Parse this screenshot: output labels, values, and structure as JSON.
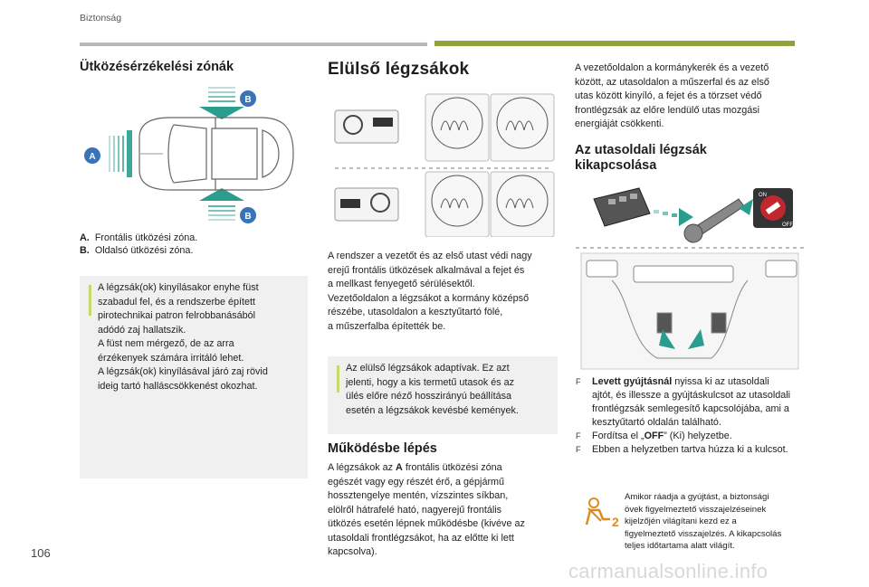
{
  "header": {
    "section": "Biztonság"
  },
  "page_number": "106",
  "watermark": "carmanualsonline.info",
  "col1": {
    "title": "Ütközésérzékelési zónák",
    "diagram": {
      "label_a": "A",
      "label_b1": "B",
      "label_b2": "B"
    },
    "legend": [
      {
        "key": "A.",
        "text": "Frontális ütközési zóna."
      },
      {
        "key": "B.",
        "text": "Oldalsó ütközési zóna."
      }
    ],
    "note_lines": [
      "A légzsák(ok) kinyílásakor enyhe füst",
      "szabadul fel, és a rendszerbe épített",
      "pirotechnikai patron felrobbanásából",
      "adódó zaj hallatszik.",
      "A füst nem mérgező, de az arra",
      "érzékenyek számára irritáló lehet.",
      "A légzsák(ok) kinyílásával járó zaj rövid",
      "ideig tartó halláscsökkenést okozhat."
    ]
  },
  "col2": {
    "title": "Elülső légzsákok",
    "body_lines": [
      "A rendszer a vezetőt és az első utast védi nagy",
      "erejű frontális ütközések alkalmával a fejet és",
      "a mellkast fenyegető sérülésektől.",
      "Vezetőoldalon a légzsákot a kormány középső",
      "részébe, utasoldalon a kesztyűtartó fölé,",
      "a műszerfalba építették be."
    ],
    "note_lines": [
      "Az elülső légzsákok adaptívak. Ez azt",
      "jelenti, hogy a kis termetű utasok és az",
      "ülés előre néző hosszirányú beállítása",
      "esetén a légzsákok kevésbé kemények."
    ],
    "subtitle": "Működésbe lépés",
    "activation_lines": [
      "A légzsákok az ",
      "egészét vagy egy részét érő, a gépjármű",
      "hossztengelye mentén, vízszintes síkban,",
      "elölről hátrafelé ható, nagyerejű frontális",
      "ütközés esetén lépnek működésbe (kivéve az",
      "utasoldali frontlégzsákot, ha az előtte ki lett",
      "kapcsolva)."
    ],
    "activation_bold": "A",
    "activation_rest": " frontális ütközési zóna"
  },
  "col3": {
    "intro_lines": [
      "A vezetőoldalon a kormánykerék és a vezető",
      "között, az utasoldalon a műszerfal és az első",
      "utas között kinyíló, a fejet és a törzset védő",
      "frontlégzsák az előre lendülő utas mozgási",
      "energiáját csökkenti."
    ],
    "title_line1": "Az utasoldali légzsák",
    "title_line2": "kikapcsolása",
    "steps": [
      {
        "bold": "Levett gyújtásnál",
        "lines": [
          " nyissa ki az utasoldali",
          "ajtót, és illessze a gyújtáskulcsot az utasoldali",
          "frontlégzsák semlegesítő kapcsolójába, ami a",
          "kesztyűtartó oldalán található."
        ]
      },
      {
        "pre": "Fordítsa el „",
        "bold": "OFF",
        "post": "” (Ki) helyzetbe."
      },
      {
        "text": "Ebben a helyzetben tartva húzza ki a kulcsot."
      }
    ],
    "step_marker": "F",
    "warning_lines": [
      "Amikor ráadja a gyújtást, a biztonsági",
      "övek figyelmeztető visszajelzéseinek",
      "kijelzőjén világítani kezd ez a",
      "figyelmeztető visszajelzés. A kikapcsolás",
      "teljes időtartama alatt világít."
    ],
    "switch_label": "OFF",
    "switch_on_label": "ON",
    "warning_icon_number": "2"
  },
  "colors": {
    "accent_green": "#8ea33a",
    "accent_light": "#c8d86a",
    "marker_blue": "#3a73b8",
    "arrow_teal": "#2a9d8f",
    "warning_orange": "#e08a1e",
    "box_grey": "#f0f0f0"
  }
}
